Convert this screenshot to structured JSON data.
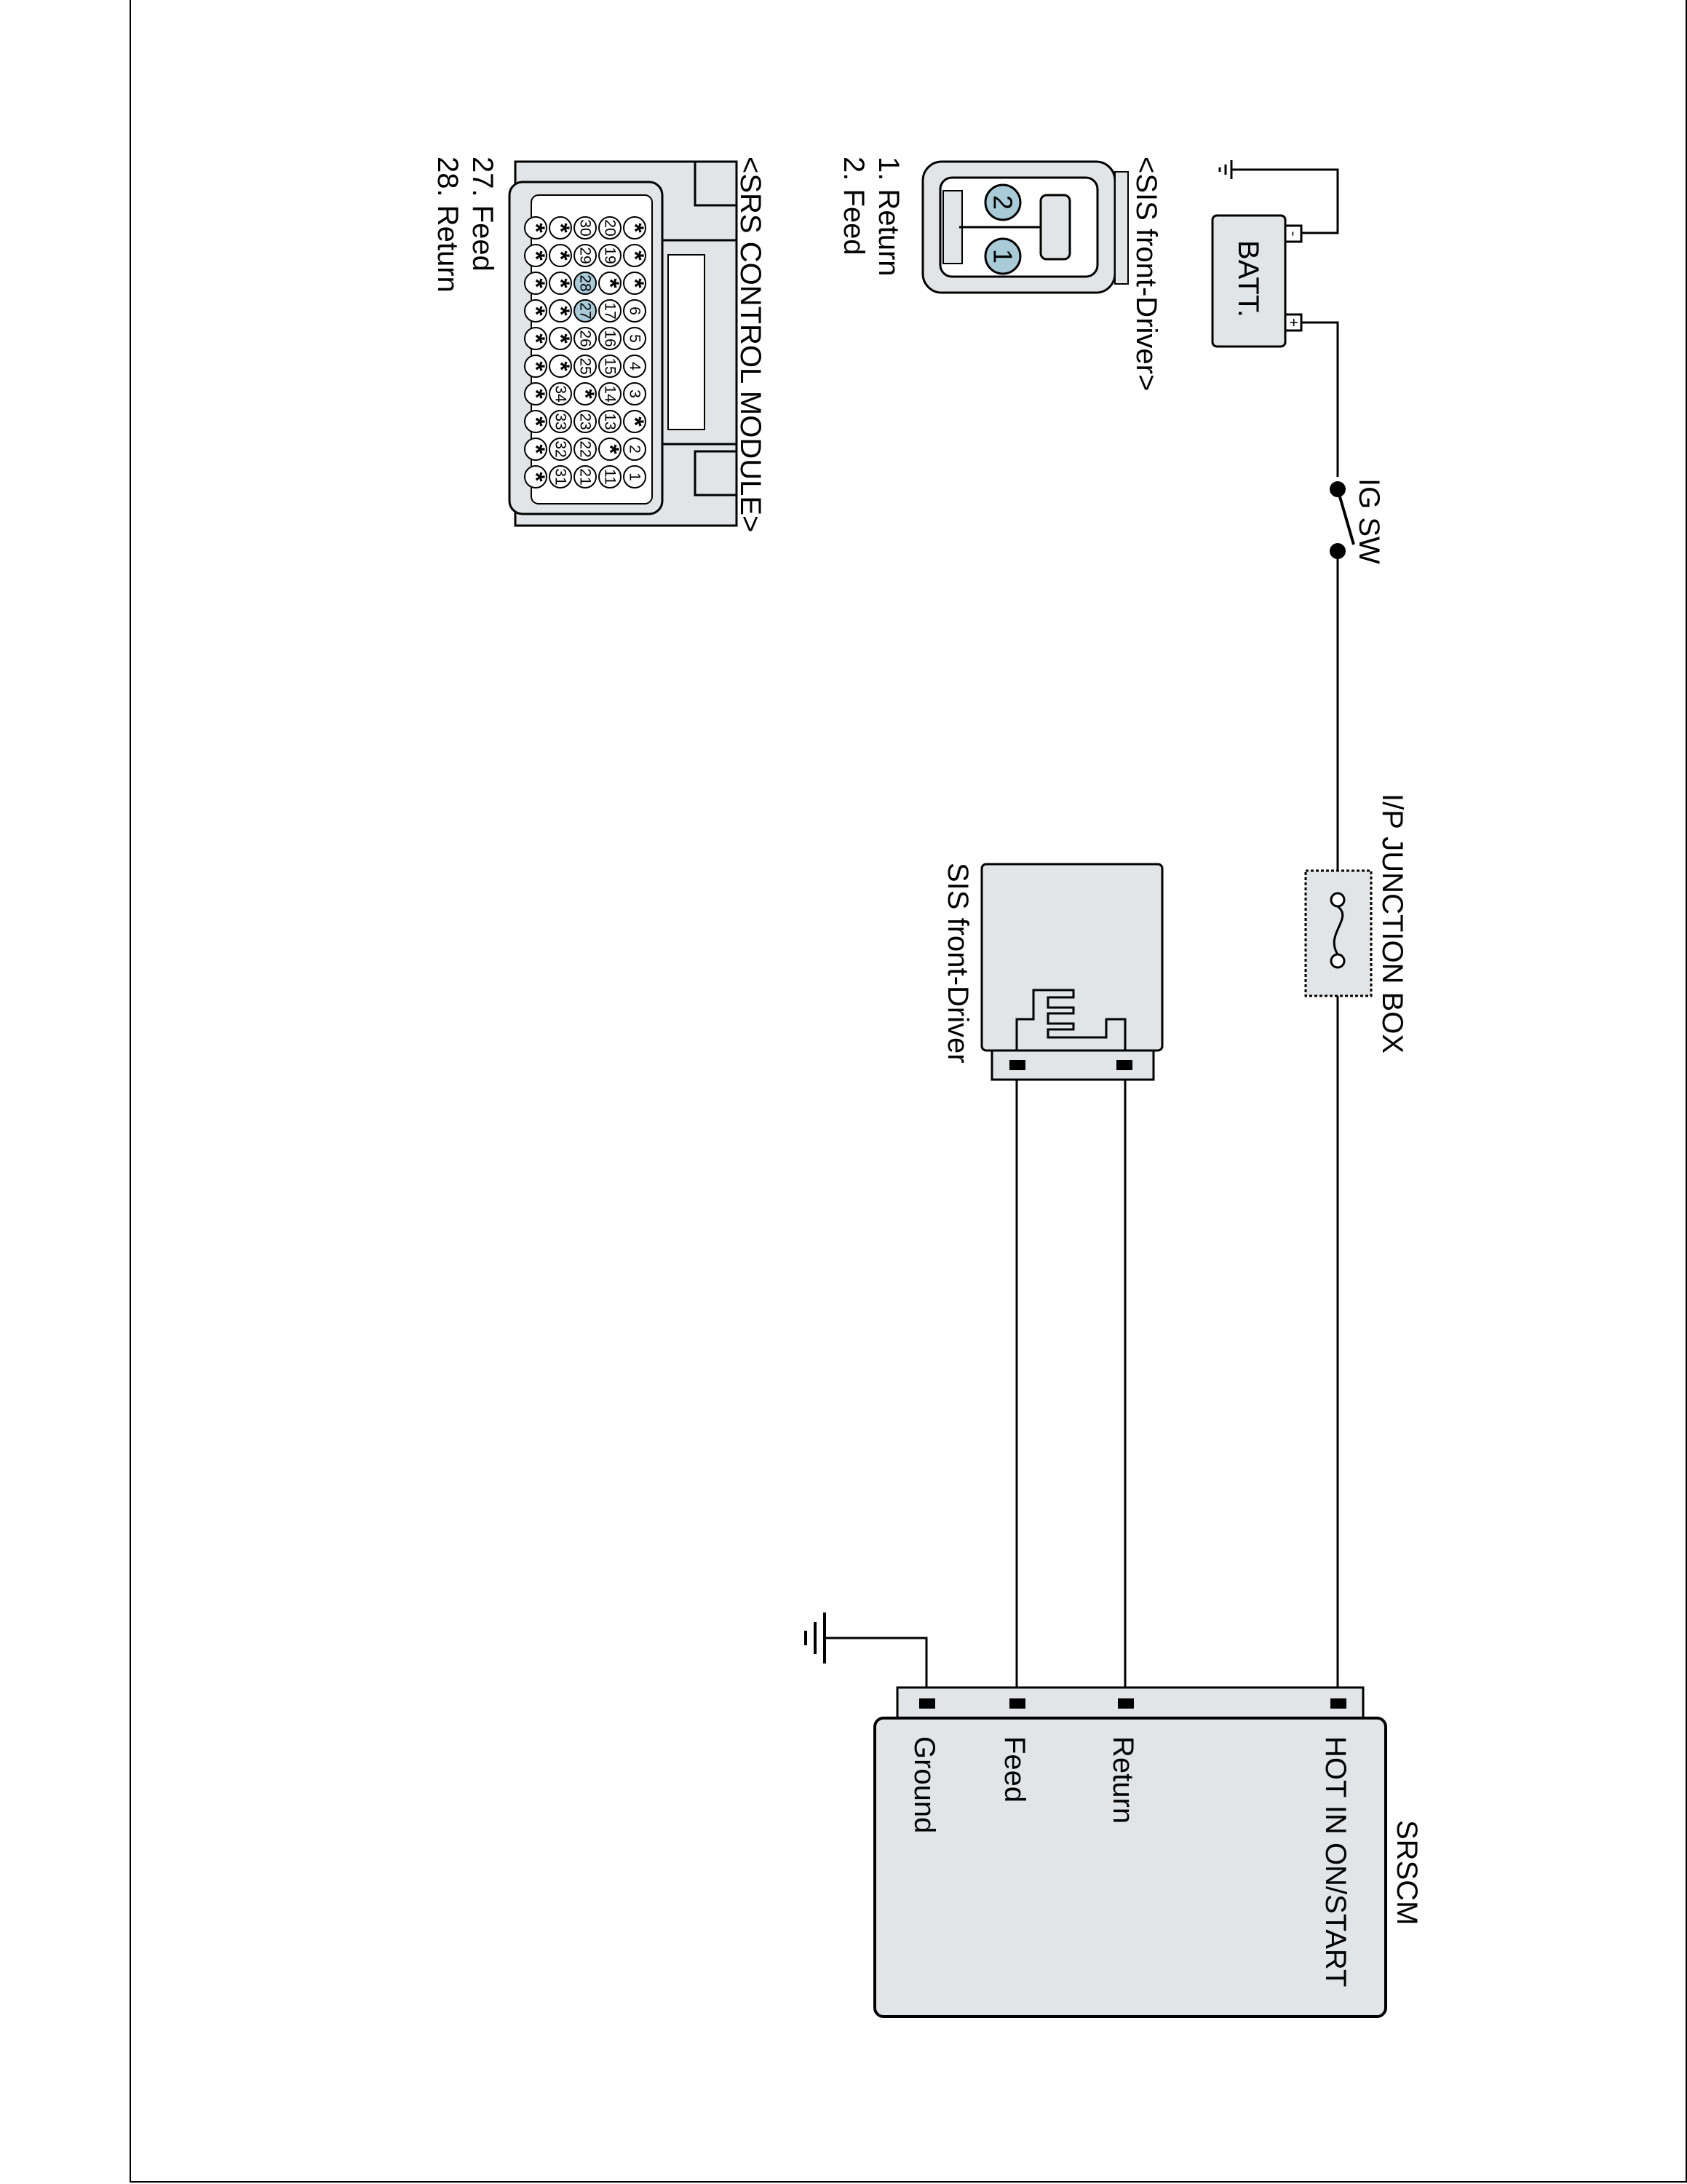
{
  "colors": {
    "box_fill": "#e2e5e7",
    "highlight": "#a9cbd8",
    "wire": "#000000"
  },
  "components": {
    "batt": {
      "label": "BATT.",
      "minus": "-",
      "plus": "+"
    },
    "ig_sw": {
      "label": "IG SW"
    },
    "ip_junction_box": {
      "label": "I/P JUNCTION BOX"
    },
    "sis_front_driver": {
      "label": "SIS front-Driver"
    },
    "srscm": {
      "title": "SRSCM",
      "pins": [
        {
          "label": "HOT IN ON/START"
        },
        {
          "label": "Return"
        },
        {
          "label": "Feed"
        },
        {
          "label": "Ground"
        }
      ]
    }
  },
  "connectors": {
    "sis": {
      "title": "<SIS front-Driver>",
      "pin_list": [
        "1. Return",
        "2. Feed"
      ],
      "pins": [
        "1",
        "2"
      ]
    },
    "srs": {
      "title": "<SRS CONTROL MODULE>",
      "pin_list": [
        "27. Feed",
        "28. Return"
      ],
      "row1": [
        "1",
        "2",
        "*",
        "3",
        "4",
        "5",
        "6",
        "*",
        "*",
        "*"
      ],
      "row2": [
        "11",
        "*",
        "13",
        "14",
        "15",
        "16",
        "17",
        "*",
        "19",
        "20"
      ],
      "row3": [
        "21",
        "22",
        "23",
        "*",
        "25",
        "26",
        "27",
        "28",
        "29",
        "30"
      ],
      "row4": [
        "31",
        "32",
        "33",
        "34",
        "*",
        "*",
        "*",
        "*",
        "*",
        "*"
      ],
      "row5": [
        "*",
        "*",
        "*",
        "*",
        "*",
        "*",
        "*",
        "*",
        "*",
        "*"
      ]
    }
  }
}
